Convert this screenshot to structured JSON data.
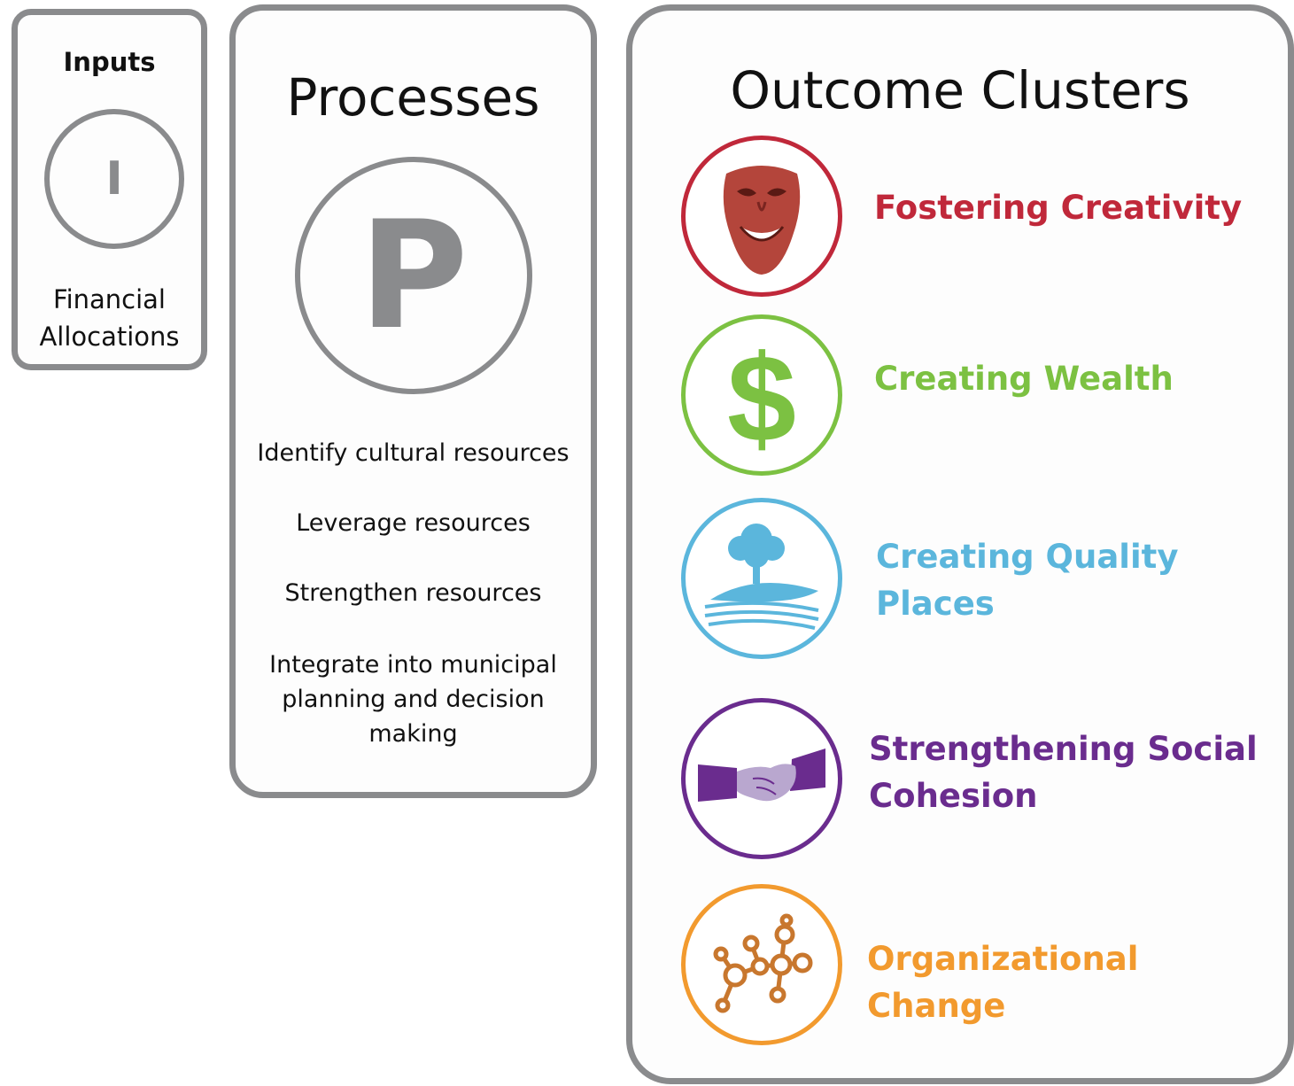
{
  "inputs": {
    "title": "Inputs",
    "letter": "I",
    "text_line1": "Financial",
    "text_line2": "Allocations"
  },
  "processes": {
    "title": "Processes",
    "letter": "P",
    "step1": "Identify cultural resources",
    "step2": "Leverage resources",
    "step3": "Strengthen resources",
    "step4_line1": "Integrate into municipal",
    "step4_line2": "planning and decision",
    "step4_line3": "making"
  },
  "outcomes": {
    "title": "Outcome Clusters",
    "items": [
      {
        "line1": "Fostering Creativity",
        "line2": "",
        "color": "#c0283a",
        "icon": "theater-mask-icon"
      },
      {
        "line1": "Creating Wealth",
        "line2": "",
        "color": "#7cc142",
        "icon": "dollar-sign-icon"
      },
      {
        "line1": "Creating Quality",
        "line2": "Places",
        "color": "#5bb6dc",
        "icon": "tree-landscape-icon"
      },
      {
        "line1": "Strengthening Social",
        "line2": "Cohesion",
        "color": "#6a2c8e",
        "icon": "handshake-icon"
      },
      {
        "line1": "Organizational",
        "line2": "Change",
        "color": "#f29a2e",
        "icon": "network-nodes-icon"
      }
    ]
  },
  "colors": {
    "frame_gray": "#8a8b8d"
  }
}
